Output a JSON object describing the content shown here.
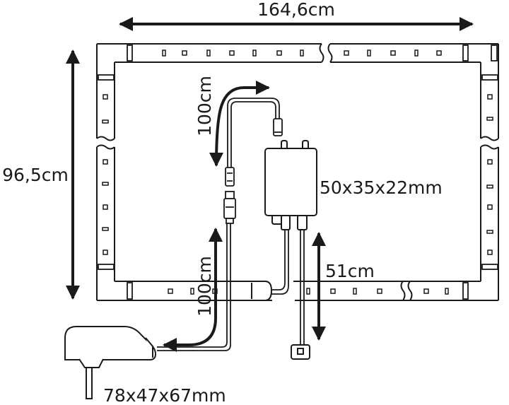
{
  "dimensions": {
    "width": "164,6cm",
    "height": "96,5cm",
    "cable_upper": "100cm",
    "cable_lower": "100cm",
    "controller": "50x35x22mm",
    "sensor_cable": "51cm",
    "power_supply": "78x47x67mm"
  },
  "colors": {
    "line": "#1a1a1a",
    "background": "#ffffff"
  }
}
